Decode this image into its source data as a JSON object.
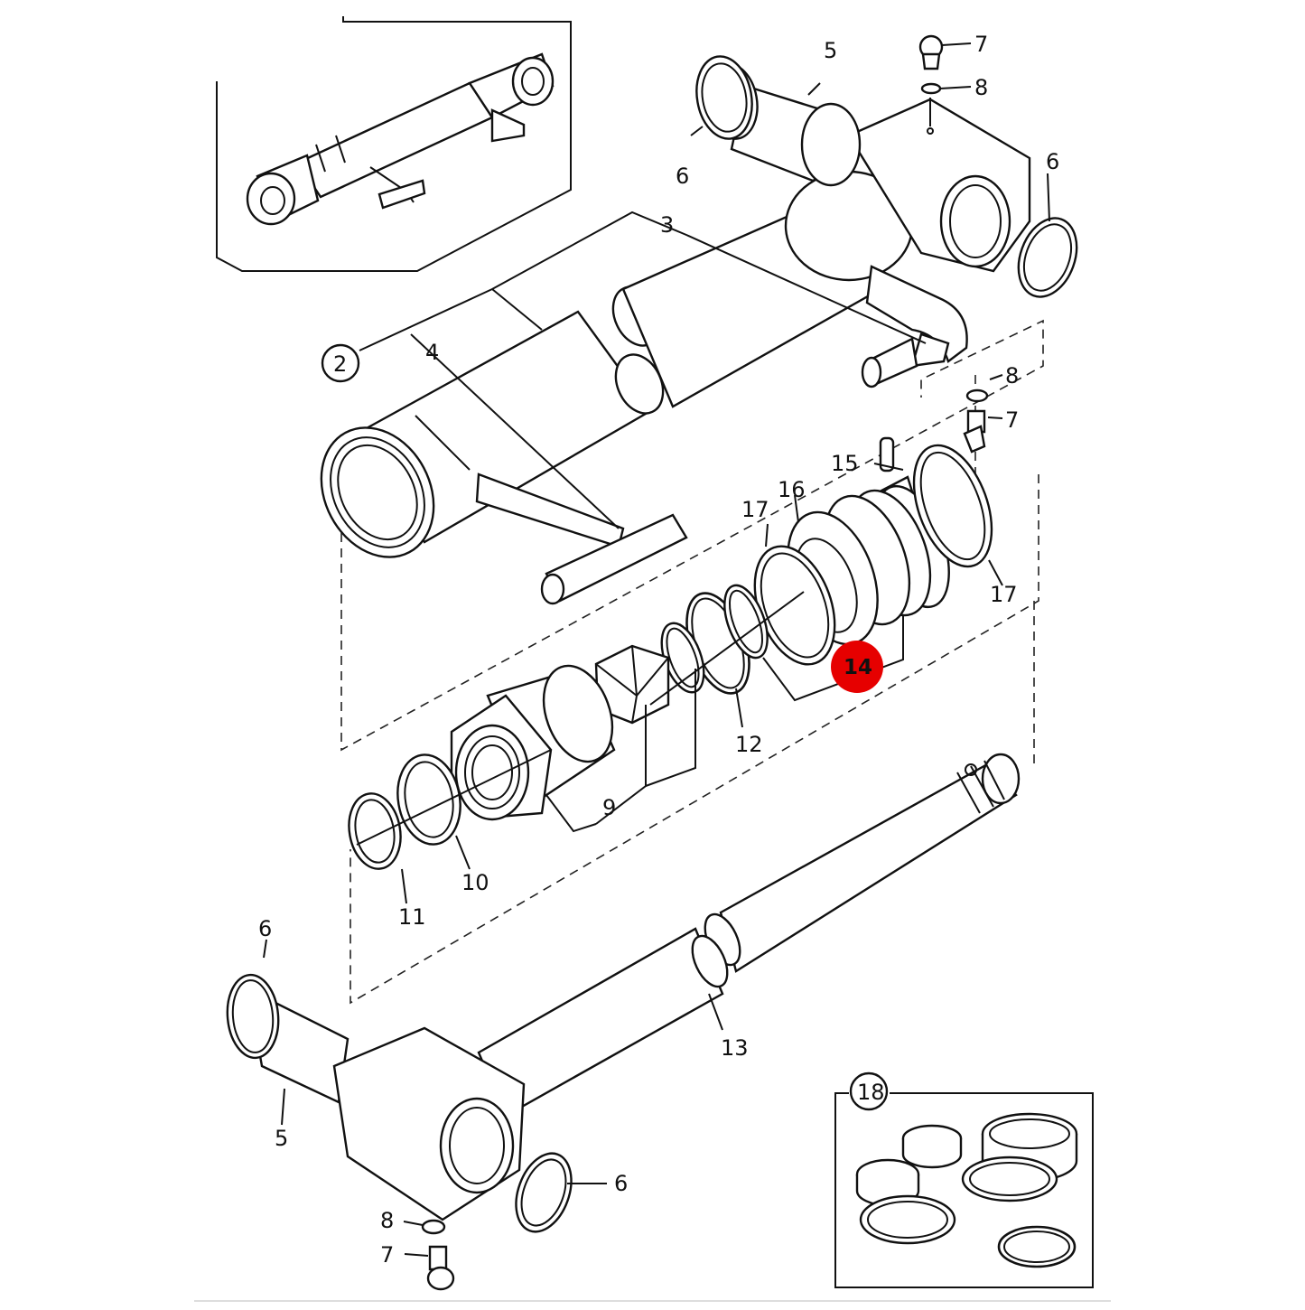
{
  "labels": {
    "l2": "2",
    "l3": "3",
    "l4": "4",
    "l5a": "5",
    "l5b": "5",
    "l6a": "6",
    "l6b": "6",
    "l6c": "6",
    "l6d": "6",
    "l7a": "7",
    "l7b": "7",
    "l7c": "7",
    "l8a": "8",
    "l8b": "8",
    "l8c": "8",
    "l9": "9",
    "l10": "10",
    "l11": "11",
    "l12": "12",
    "l13": "13",
    "l14": "14",
    "l15": "15",
    "l16": "16",
    "l17a": "17",
    "l17b": "17",
    "l18": "18"
  },
  "colors": {
    "highlight": "#e60000",
    "ink": "#111111",
    "paper": "#ffffff"
  }
}
